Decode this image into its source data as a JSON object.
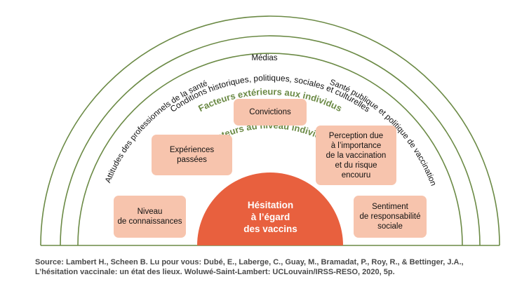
{
  "outer_ring": {
    "label": "Conditions historiques, politiques, sociales et culturelles"
  },
  "exterior_ring": {
    "title": "Facteurs extérieurs aux individus",
    "medias": "Médias",
    "left_label": "Attitudes des professionnels de la santé",
    "right_label": "Santé publique et politique de vaccination"
  },
  "individual_ring": {
    "title": "Facteurs au niveau individuel"
  },
  "boxes": {
    "convictions": "Convictions",
    "experiences": "Expériences\npassées",
    "perception": "Perception due\nà l’importance\nde la vaccination\net du risque\nencouru",
    "niveau": "Niveau\nde connaissances",
    "sentiment": "Sentiment\nde responsabilité\nsociale"
  },
  "center": {
    "label": "Hésitation\nà l’égard\ndes vaccins"
  },
  "source": {
    "line1": "Source: Lambert H., Scheen B. Lu pour vous: Dubé, E., Laberge, C., Guay, M., Bramadat, P., Roy, R., & Bettinger, J.A.,",
    "line2": "L’hésitation vaccinale: un état des lieux. Woluwé-Saint-Lambert: UCLouvain/IRSS-RESO, 2020, 5p."
  },
  "colors": {
    "ring_stroke": "#6b8a45",
    "ring_title": "#6b8a45",
    "box_fill": "#f7c4ad",
    "center_fill": "#e8603e",
    "baseline": "#6b8a45"
  }
}
